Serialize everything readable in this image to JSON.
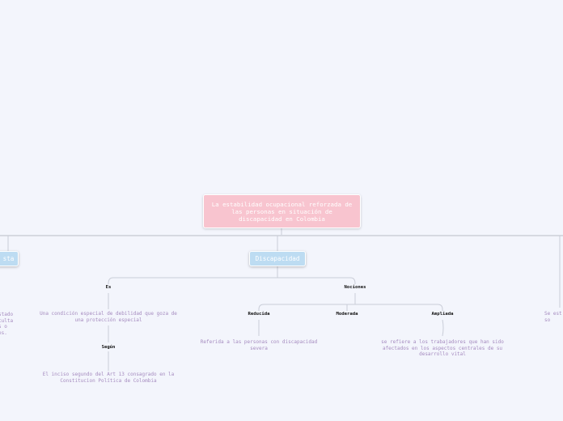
{
  "root": {
    "title": "La estabilidad ocupacional reforzada de las personas en situación de discapacidad en Colombia"
  },
  "topics": {
    "left_partial": "sta",
    "discapacidad": "Discapacidad"
  },
  "labels": {
    "es": "Es",
    "nociones": "Nociones",
    "segun": "Según",
    "reducida": "Reducida",
    "moderada": "Moderada",
    "ampliada": "Ampliada"
  },
  "notes": {
    "es_desc": "Una condición especial de debilidad que goza de una protección especial",
    "segun_desc": "El inciso segundo del Art 13 consagrado en la Constitucion Política de Colombia",
    "reducida_desc": "Referida a las personas con discapacidad severa",
    "ampliada_desc": "se refiere a los trabajadores que han sido afectados en los aspectos centrales de su desarrollo vital",
    "left_partial": "stado\nculta\ns o\nes.",
    "right_partial": "Se est\nso"
  }
}
